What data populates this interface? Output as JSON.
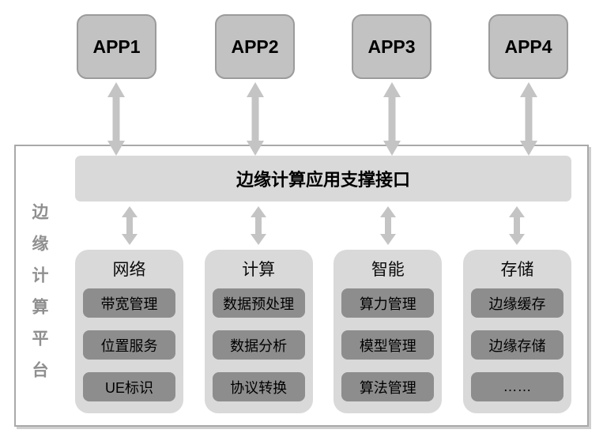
{
  "apps": [
    {
      "label": "APP1"
    },
    {
      "label": "APP2"
    },
    {
      "label": "APP3"
    },
    {
      "label": "APP4"
    }
  ],
  "platform": {
    "side_label": "边缘计算平台",
    "interface_bar_label": "边缘计算应用支撑接口",
    "columns": [
      {
        "title": "网络",
        "items": [
          "带宽管理",
          "位置服务",
          "UE标识"
        ]
      },
      {
        "title": "计算",
        "items": [
          "数据预处理",
          "数据分析",
          "协议转换"
        ]
      },
      {
        "title": "智能",
        "items": [
          "算力管理",
          "模型管理",
          "算法管理"
        ]
      },
      {
        "title": "存储",
        "items": [
          "边缘缓存",
          "边缘存储",
          "……"
        ]
      }
    ]
  },
  "icons": {
    "arrow": "double-headed-vertical-arrow"
  },
  "colors": {
    "app_box_fill": "#c2c2c2",
    "app_box_border": "#9b9b9b",
    "arrow_gray": "#c4c4c4",
    "panel_gray": "#d9d9d9",
    "module_gray": "#8d8d8d",
    "platform_border": "#a9a9a9",
    "side_label_gray": "#8f8f8f",
    "text_black": "#000000",
    "background": "#ffffff"
  }
}
